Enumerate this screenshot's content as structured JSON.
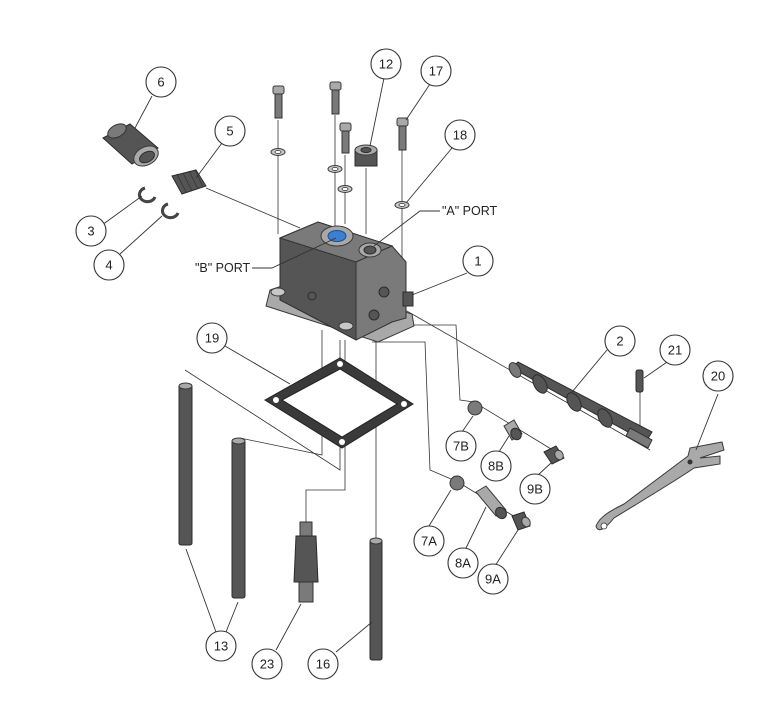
{
  "callouts": {
    "c1": "1",
    "c2": "2",
    "c3": "3",
    "c4": "4",
    "c5": "5",
    "c6": "6",
    "c7a": "7A",
    "c7b": "7B",
    "c8a": "8A",
    "c8b": "8B",
    "c9a": "9A",
    "c9b": "9B",
    "c12": "12",
    "c13": "13",
    "c16": "16",
    "c17": "17",
    "c18": "18",
    "c19": "19",
    "c20": "20",
    "c21": "21",
    "c23": "23"
  },
  "ports": {
    "a_port": "\"A\" PORT",
    "b_port": "\"B\" PORT"
  },
  "colors": {
    "part_dark": "#555555",
    "part_light": "#a9a9a9",
    "port_blue": "#3b7fd1",
    "line": "#333333"
  }
}
